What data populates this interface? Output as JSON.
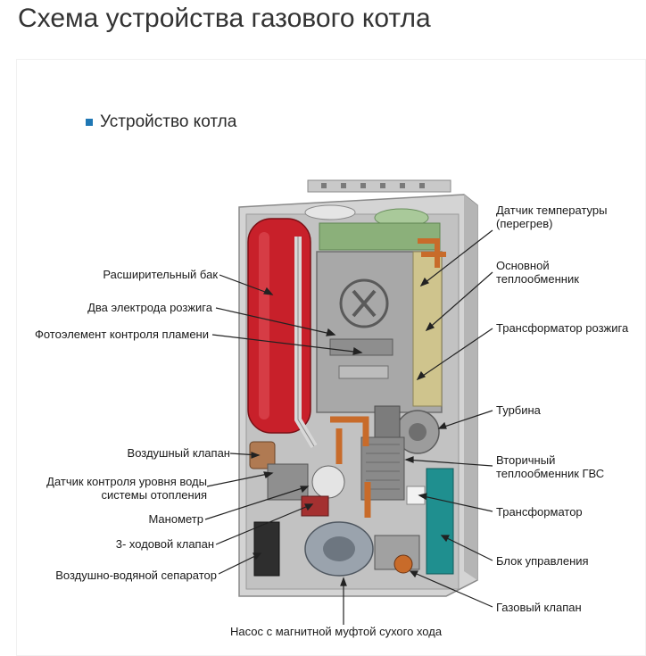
{
  "page": {
    "title": "Схема устройства газового котла"
  },
  "figure": {
    "heading": "Устройство котла",
    "heading_bullet_color": "#1f77b4",
    "left_labels": [
      {
        "id": "expansion-tank",
        "text": "Расширительный бак"
      },
      {
        "id": "ignition-electrodes",
        "text": "Два электрода розжига"
      },
      {
        "id": "flame-photocell",
        "text": "Фотоэлемент контроля пламени"
      },
      {
        "id": "air-valve",
        "text": "Воздушный клапан"
      },
      {
        "id": "water-level-sensor",
        "text": "Датчик контроля уровня воды\nсистемы отопления"
      },
      {
        "id": "manometer",
        "text": "Манометр"
      },
      {
        "id": "three-way-valve",
        "text": "3- ходовой клапан"
      },
      {
        "id": "air-water-separator",
        "text": "Воздушно-водяной сепаратор"
      }
    ],
    "right_labels": [
      {
        "id": "temp-sensor",
        "text": "Датчик температуры\n(перегрев)"
      },
      {
        "id": "main-heat-exchanger",
        "text": "Основной\nтеплообменник"
      },
      {
        "id": "ignition-transformer",
        "text": "Трансформатор розжига"
      },
      {
        "id": "turbine",
        "text": "Турбина"
      },
      {
        "id": "secondary-heat-exchanger",
        "text": "Вторичный\nтеплообменник ГВС"
      },
      {
        "id": "transformer",
        "text": "Трансформатор"
      },
      {
        "id": "control-unit",
        "text": "Блок управления"
      },
      {
        "id": "gas-valve",
        "text": "Газовый клапан"
      }
    ],
    "bottom_label": {
      "id": "pump",
      "text": "Насос с магнитной муфтой сухого хода"
    },
    "colors": {
      "tank_red": "#c8202a",
      "casing_grey": "#bdbdbd",
      "inner_grey": "#9e9e9e",
      "green_panel": "#8bb07a",
      "copper": "#c86b2a",
      "teal_unit": "#1f8f8f",
      "leader_line": "#222222"
    }
  }
}
